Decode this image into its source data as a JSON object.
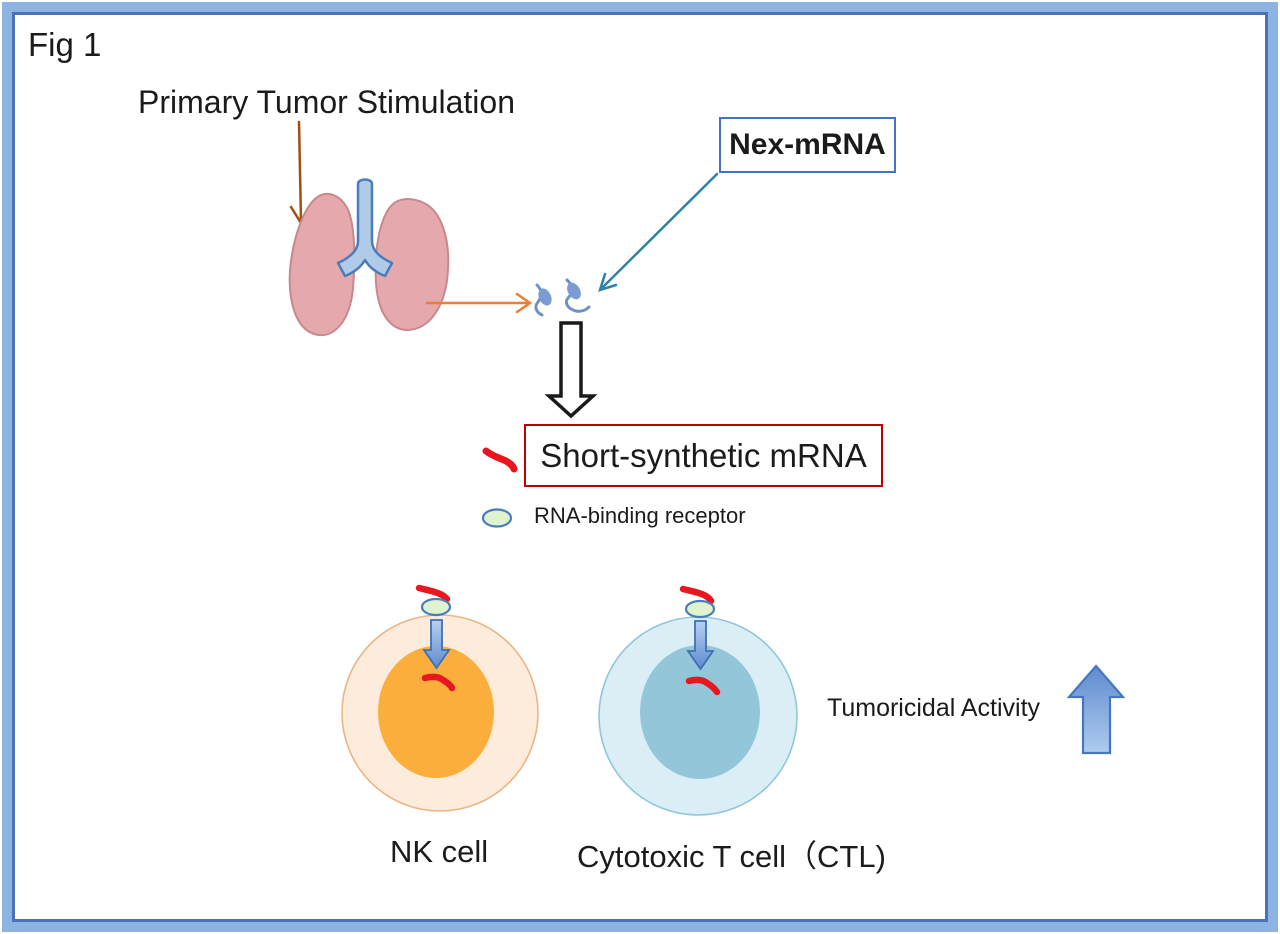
{
  "figure": {
    "label": "Fig 1",
    "heading": "Primary Tumor Stimulation",
    "boxes": {
      "nex_mrna": "Nex-mRNA",
      "short_synthetic_mrna": "Short-synthetic mRNA"
    },
    "legend": {
      "receptor": "RNA-binding receptor"
    },
    "cells": {
      "nk": "NK cell",
      "ctl": "Cytotoxic T cell（CTL)"
    },
    "activity": "Tumoricidal Activity"
  },
  "icons": {
    "lungs": "lungs-icon",
    "mrna_molecules": "mrna-molecules-icon",
    "short_mrna": "red-mrna-squiggle-icon",
    "receptor": "rna-binding-receptor-icon",
    "down_block_arrow": "down-block-arrow-icon",
    "up_arrow": "tumoricidal-up-arrow-icon"
  },
  "colors": {
    "frame_band": "#8DB3E2",
    "frame_line": "#4A72B8",
    "nex_box_border": "#4472C4",
    "short_box_border": "#C00000",
    "mrna_red": "#E8171F",
    "lung_pink": "#E5A9AD",
    "lung_outline": "#C8898D",
    "trachea_blue": "#AFCBE8",
    "brown_arrow": "#A14F10",
    "orange_arrow": "#ED7D31",
    "teal_arrow": "#2E81A8",
    "mrna_molecule_blue": "#6F8FC7",
    "nk_cytoplasm": "#FDEBDC",
    "nk_membrane": "#ECB583",
    "nk_nucleus": "#FBAE3C",
    "ctl_cytoplasm": "#DBEEF5",
    "ctl_membrane": "#90C6DA",
    "ctl_nucleus": "#93C6D9",
    "receptor_fill": "#DFF3CF",
    "receptor_stroke": "#4A7EBB",
    "gradient_arrow_light": "#B7D1F1",
    "gradient_arrow_dark": "#5E8CCF"
  }
}
